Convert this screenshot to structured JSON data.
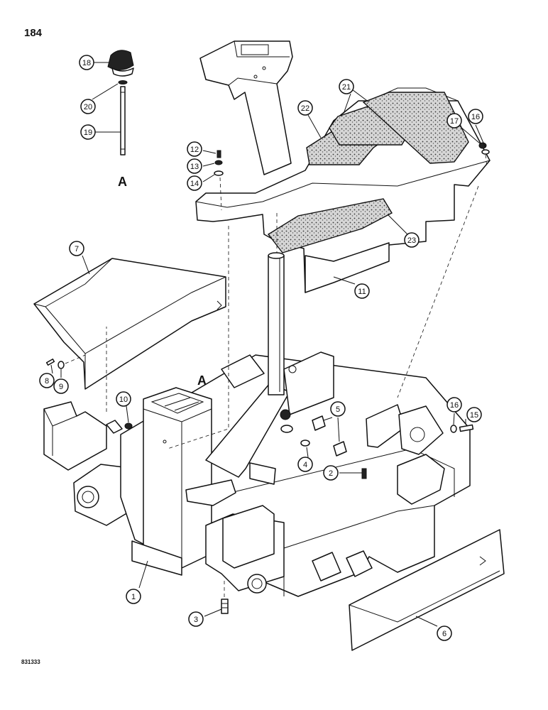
{
  "page": {
    "number": "184",
    "drawing_code": "831333"
  },
  "view_marker": "A",
  "callouts": [
    "1",
    "2",
    "3",
    "4",
    "5",
    "6",
    "7",
    "8",
    "9",
    "10",
    "11",
    "12",
    "13",
    "14",
    "15",
    "16",
    "17",
    "18",
    "19",
    "20",
    "21",
    "22",
    "23"
  ]
}
